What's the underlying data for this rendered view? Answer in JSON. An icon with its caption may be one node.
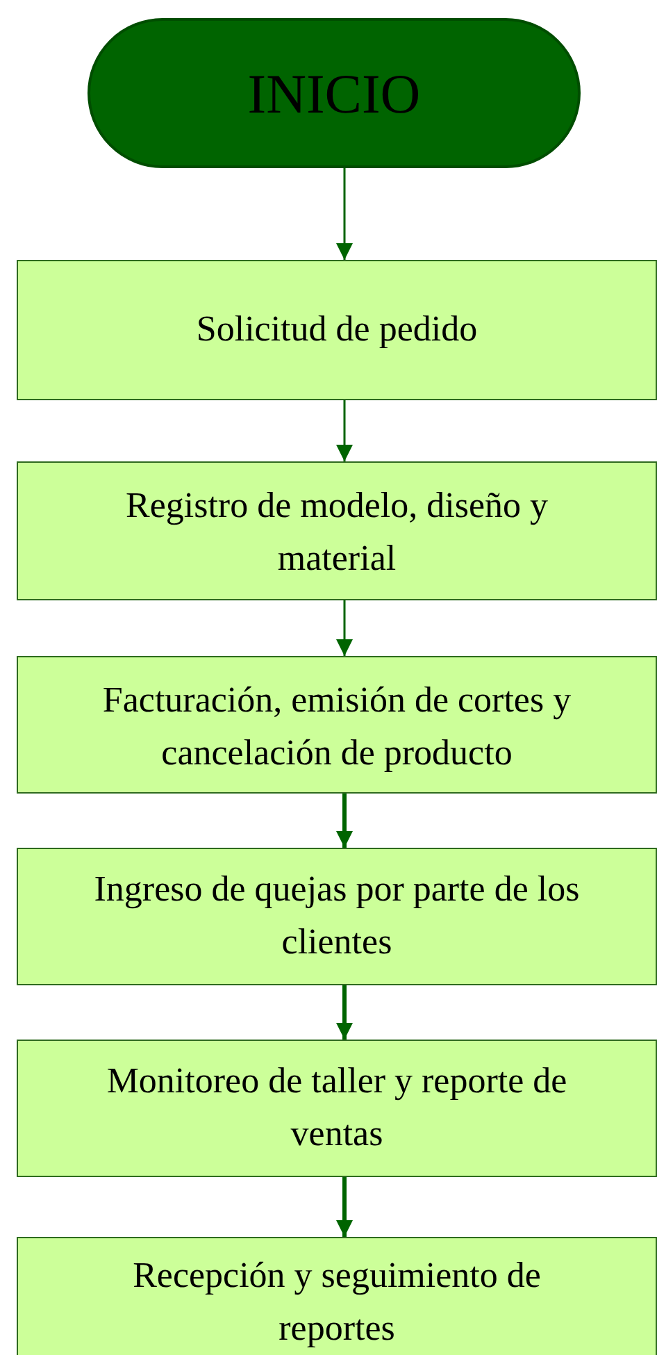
{
  "diagram": {
    "nodes": [
      {
        "text": [
          "INICIO"
        ]
      },
      {
        "text": [
          "Solicitud de pedido"
        ]
      },
      {
        "text": [
          "Registro de modelo, diseño y material"
        ]
      },
      {
        "text": [
          "Facturación, emisión de cortes y cancelación de producto"
        ]
      },
      {
        "text": [
          "Ingreso de quejas por parte de los clientes"
        ]
      },
      {
        "text": [
          "Monitoreo de taller y reporte de ventas"
        ]
      },
      {
        "text": [
          "Recepción y seguimiento de reportes"
        ]
      }
    ],
    "edges": [
      {
        "from": 0,
        "to": 1,
        "arrow": "to"
      },
      {
        "from": 1,
        "to": 2,
        "arrow": "to"
      },
      {
        "from": 2,
        "to": 3,
        "arrow": "to"
      },
      {
        "from": 3,
        "to": 4,
        "arrow": "to",
        "style": "thick"
      },
      {
        "from": 4,
        "to": 5,
        "arrow": "to",
        "style": "thick"
      },
      {
        "from": 5,
        "to": 6,
        "arrow": "to",
        "style": "thick"
      }
    ]
  }
}
